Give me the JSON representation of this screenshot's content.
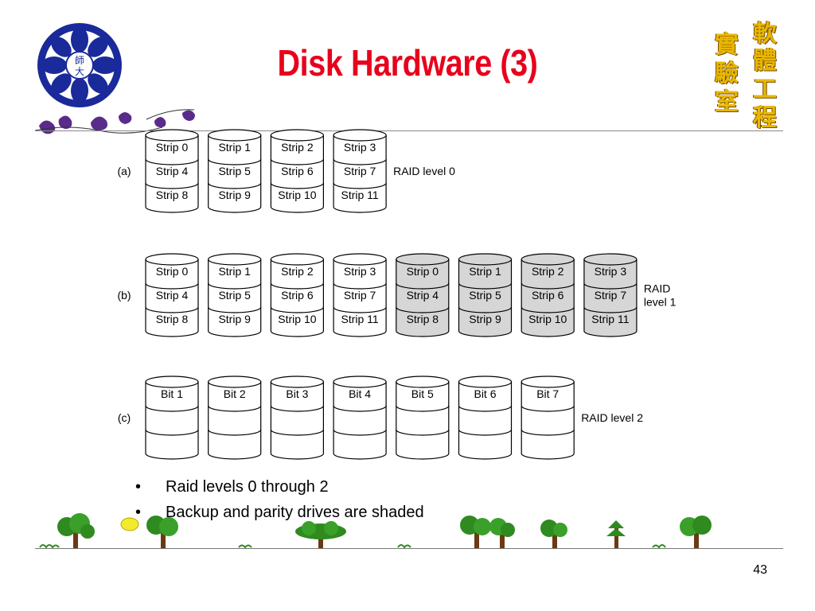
{
  "slide": {
    "title": "Disk Hardware (3)",
    "page_number": "43",
    "bullets": [
      "Raid levels 0 through 2",
      "Backup and parity drives are shaded"
    ]
  },
  "logo": {
    "text_top": "師",
    "text_bottom": "大"
  },
  "side_label": {
    "chars": [
      "軟",
      "體",
      "工",
      "程",
      "實",
      "驗",
      "室"
    ]
  },
  "diagram": {
    "colors": {
      "normal_fill": "#ffffff",
      "shaded_fill": "#d6d6d6",
      "stroke": "#000000"
    },
    "rows": [
      {
        "tag": "(a)",
        "label_lines": [
          "RAID level 0"
        ],
        "disks": [
          {
            "strips": [
              "Strip 0",
              "Strip 4",
              "Strip 8"
            ],
            "shaded": false
          },
          {
            "strips": [
              "Strip 1",
              "Strip 5",
              "Strip 9"
            ],
            "shaded": false
          },
          {
            "strips": [
              "Strip 2",
              "Strip 6",
              "Strip 10"
            ],
            "shaded": false
          },
          {
            "strips": [
              "Strip 3",
              "Strip 7",
              "Strip 11"
            ],
            "shaded": false
          }
        ]
      },
      {
        "tag": "(b)",
        "label_lines": [
          "RAID",
          "level 1"
        ],
        "disks": [
          {
            "strips": [
              "Strip 0",
              "Strip 4",
              "Strip 8"
            ],
            "shaded": false
          },
          {
            "strips": [
              "Strip 1",
              "Strip 5",
              "Strip 9"
            ],
            "shaded": false
          },
          {
            "strips": [
              "Strip 2",
              "Strip 6",
              "Strip 10"
            ],
            "shaded": false
          },
          {
            "strips": [
              "Strip 3",
              "Strip 7",
              "Strip 11"
            ],
            "shaded": false
          },
          {
            "strips": [
              "Strip 0",
              "Strip 4",
              "Strip 8"
            ],
            "shaded": true
          },
          {
            "strips": [
              "Strip 1",
              "Strip 5",
              "Strip 9"
            ],
            "shaded": true
          },
          {
            "strips": [
              "Strip 2",
              "Strip 6",
              "Strip 10"
            ],
            "shaded": true
          },
          {
            "strips": [
              "Strip 3",
              "Strip 7",
              "Strip 11"
            ],
            "shaded": true
          }
        ]
      },
      {
        "tag": "(c)",
        "label_lines": [
          "RAID level 2"
        ],
        "disks": [
          {
            "strips": [
              "Bit 1",
              "",
              ""
            ],
            "shaded": false
          },
          {
            "strips": [
              "Bit 2",
              "",
              ""
            ],
            "shaded": false
          },
          {
            "strips": [
              "Bit 3",
              "",
              ""
            ],
            "shaded": false
          },
          {
            "strips": [
              "Bit 4",
              "",
              ""
            ],
            "shaded": false
          },
          {
            "strips": [
              "Bit 5",
              "",
              ""
            ],
            "shaded": false
          },
          {
            "strips": [
              "Bit 6",
              "",
              ""
            ],
            "shaded": false
          },
          {
            "strips": [
              "Bit 7",
              "",
              ""
            ],
            "shaded": false
          }
        ]
      }
    ]
  }
}
